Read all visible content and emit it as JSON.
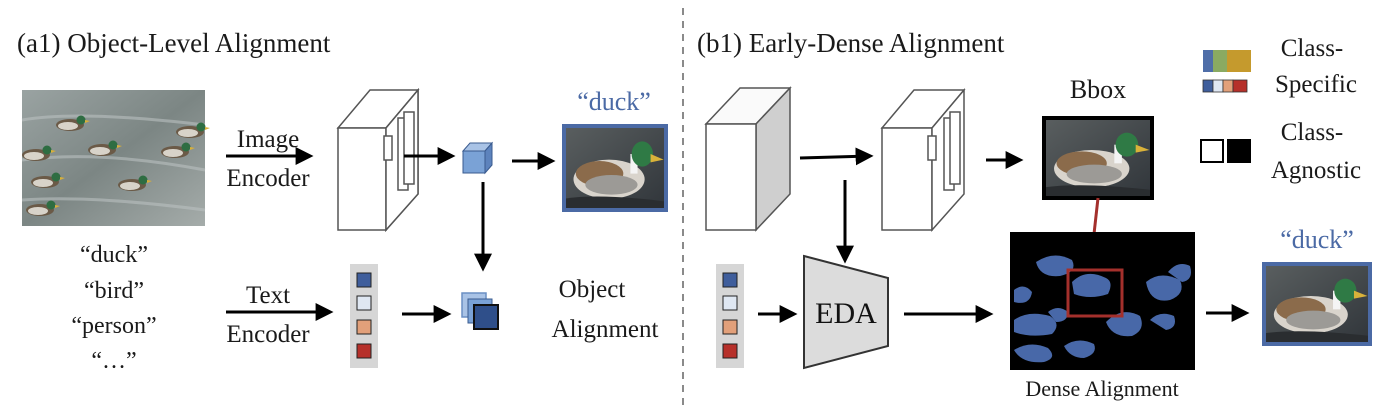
{
  "panel_a": {
    "title": "(a1) Object-Level Alignment",
    "image_encoder": [
      "Image",
      "Encoder"
    ],
    "text_encoder": [
      "Text",
      "Encoder"
    ],
    "prompts": [
      "“duck”",
      "“bird”",
      "“person”",
      "“…”"
    ],
    "output_label": "“duck”",
    "object_alignment": [
      "Object",
      "Alignment"
    ]
  },
  "panel_b": {
    "title": "(b1) Early-Dense Alignment",
    "bbox_label": "Bbox",
    "eda_label": "EDA",
    "dense_alignment": "Dense Alignment",
    "output_label": "“duck”"
  },
  "legend": {
    "class_specific": [
      "Class-",
      "Specific"
    ],
    "class_agnostic": [
      "Class-",
      "Agnostic"
    ]
  },
  "colors": {
    "token_blue": "#3f5e9c",
    "token_light": "#dfe7f2",
    "token_orange": "#e2a07a",
    "token_red": "#b6302a",
    "label_blue": "#4b6aa5",
    "mask_blue": "#4868a8",
    "link_red": "#a4302c",
    "legend_gold": "#c59a2d",
    "legend_green": "#8aaa62",
    "legend_blue": "#4f6ea8"
  }
}
